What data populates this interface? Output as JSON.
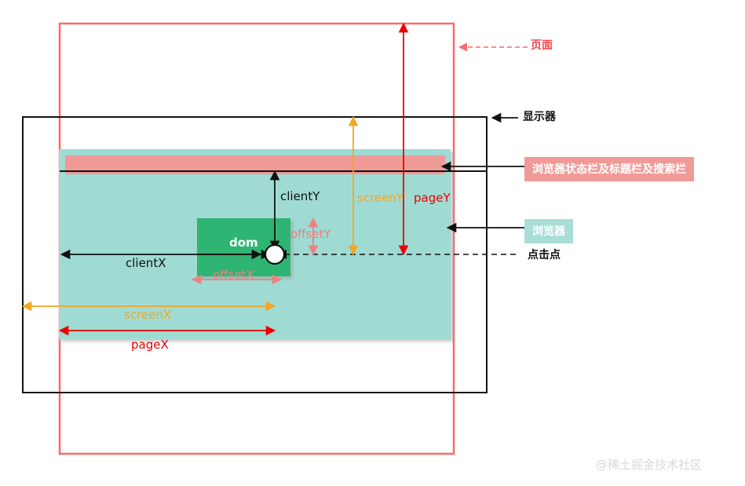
{
  "diagram": {
    "title_watermark": "@稀土掘金技术社区",
    "colors": {
      "page_red": "#f96a6a",
      "pure_red": "#ee0000",
      "browser_teal": "#9fdbd3",
      "chrome_pink": "#f09a98",
      "dom_green": "#2eb573",
      "screen_orange": "#f5a623",
      "offset_salmon": "#ef8080",
      "black": "#111111",
      "chip_pink_bg": "#f09a98",
      "chip_teal_bg": "#a8ded7",
      "watermark_grey": "#d8d8d8"
    },
    "callouts": {
      "page": "页面",
      "monitor": "显示器",
      "browser_chrome": "浏览器状态栏及标题栏及搜索栏",
      "browser": "浏览器",
      "click_point": "点击点"
    },
    "measures": {
      "client_y": "clientY",
      "client_x": "clientX",
      "screen_y": "screenY",
      "screen_x": "screenX",
      "page_y": "pageY",
      "page_x": "pageX",
      "offset_y": "offsetY",
      "offset_x": "offsetX"
    },
    "elements": {
      "dom_box": "dom"
    }
  }
}
